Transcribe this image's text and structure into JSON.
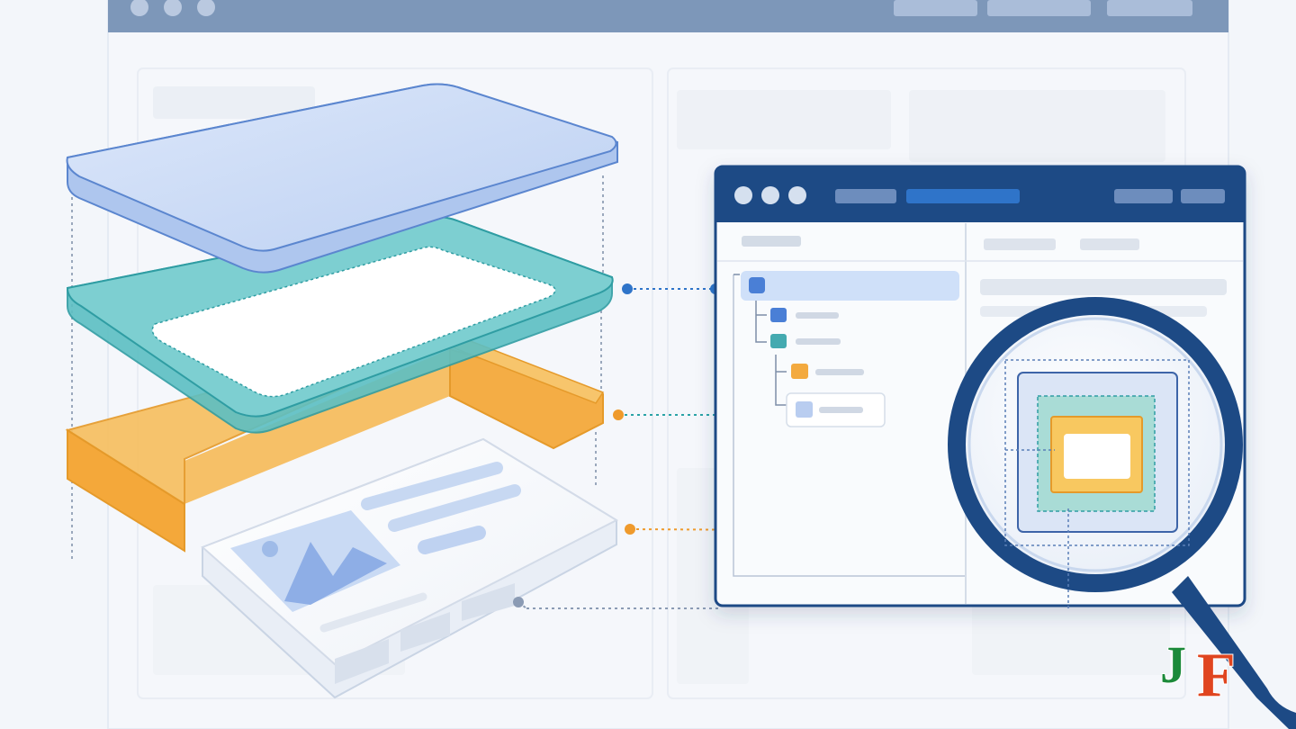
{
  "logo": {
    "text": "JF",
    "letters": [
      "J",
      "F"
    ]
  },
  "colors": {
    "background": "#f3f6fa",
    "navy": "#1d4a85",
    "blue_panel": "#cbdaf5",
    "blue_edge": "#5b86cf",
    "teal": "#4fb8bd",
    "teal_edge": "#2f9da3",
    "orange": "#f5b44a",
    "orange_edge": "#e59a2a",
    "connector_blue": "#2f74c9",
    "connector_teal": "#2aa3a6",
    "connector_orange": "#ef9a2c",
    "connector_gray": "#8b9bb4",
    "logo_green": "#1c8a3a",
    "logo_red": "#e0451f"
  },
  "icons": [
    "image-icon",
    "magnifier-icon"
  ]
}
